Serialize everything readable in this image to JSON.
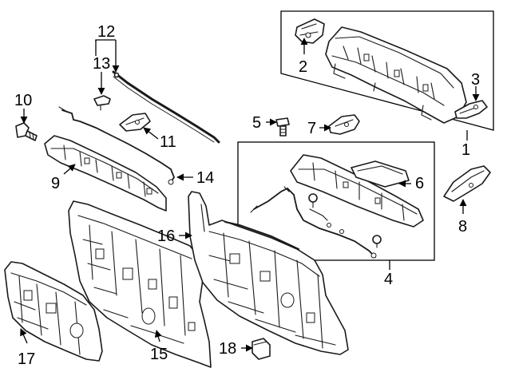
{
  "callouts": [
    {
      "id": "1",
      "label": "1"
    },
    {
      "id": "2",
      "label": "2"
    },
    {
      "id": "3",
      "label": "3"
    },
    {
      "id": "4",
      "label": "4"
    },
    {
      "id": "5",
      "label": "5"
    },
    {
      "id": "6",
      "label": "6"
    },
    {
      "id": "7",
      "label": "7"
    },
    {
      "id": "8",
      "label": "8"
    },
    {
      "id": "9",
      "label": "9"
    },
    {
      "id": "10",
      "label": "10"
    },
    {
      "id": "11",
      "label": "11"
    },
    {
      "id": "12",
      "label": "12"
    },
    {
      "id": "13",
      "label": "13"
    },
    {
      "id": "14",
      "label": "14"
    },
    {
      "id": "15",
      "label": "15"
    },
    {
      "id": "16",
      "label": "16"
    },
    {
      "id": "17",
      "label": "17"
    },
    {
      "id": "18",
      "label": "18"
    }
  ],
  "colors": {
    "line": "#1a1a1a",
    "background": "#ffffff"
  }
}
